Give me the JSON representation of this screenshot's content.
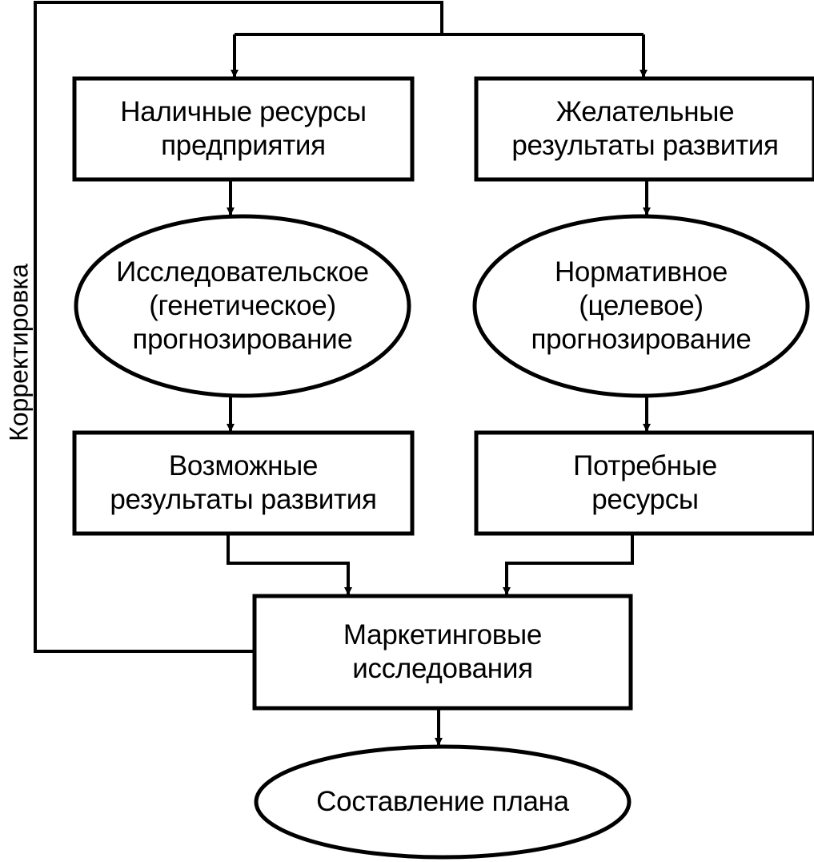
{
  "diagram": {
    "nodes": {
      "resources_available": {
        "lines": [
          "Наличные ресурсы",
          "предприятия"
        ],
        "shape": "rect"
      },
      "desired_results": {
        "lines": [
          "Желательные",
          "результаты развития"
        ],
        "shape": "rect"
      },
      "exploratory_forecasting": {
        "lines": [
          "Исследовательское",
          "(генетическое)",
          "прогнозирование"
        ],
        "shape": "ellipse"
      },
      "normative_forecasting": {
        "lines": [
          "Нормативное",
          "(целевое)",
          "прогнозирование"
        ],
        "shape": "ellipse"
      },
      "possible_results": {
        "lines": [
          "Возможные",
          "результаты развития"
        ],
        "shape": "rect"
      },
      "required_resources": {
        "lines": [
          "Потребные",
          "ресурсы"
        ],
        "shape": "rect"
      },
      "marketing_research": {
        "lines": [
          "Маркетинговые",
          "исследования"
        ],
        "shape": "rect"
      },
      "plan_making": {
        "lines": [
          "Составление плана"
        ],
        "shape": "ellipse"
      }
    },
    "feedback_label": "Корректировка",
    "stroke_color": "#000000",
    "background": "#ffffff"
  }
}
